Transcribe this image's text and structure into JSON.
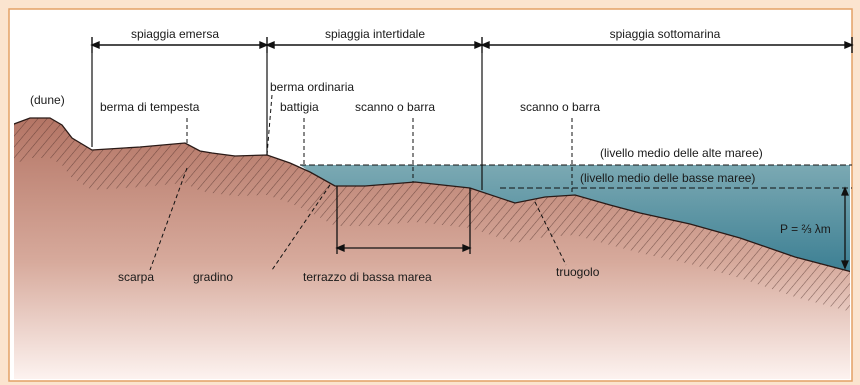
{
  "zones": {
    "emersa": "spiaggia emersa",
    "intertidale": "spiaggia intertidale",
    "sottomarina": "spiaggia sottomarina"
  },
  "labels": {
    "dune": "(dune)",
    "berma_tempesta": "berma di tempesta",
    "berma_ordinaria": "berma ordinaria",
    "battigia": "battigia",
    "scanno_1": "scanno o barra",
    "scanno_2": "scanno o barra",
    "alte_maree": "(livello medio delle alte maree)",
    "basse_maree": "(livello medio delle basse maree)",
    "depth": "P = ⅔ λm",
    "scarpa": "scarpa",
    "gradino": "gradino",
    "terrazzo": "terrazzo di bassa marea",
    "truogolo": "truogolo"
  },
  "colors": {
    "background": "#fbe4cf",
    "panel": "#ffffff",
    "panel_border": "#e3a166",
    "sediment_top": "#b47565",
    "sediment_bottom": "#fdf3f0",
    "water_top": "#6c9eaa",
    "water_bottom": "#3c7f93"
  }
}
